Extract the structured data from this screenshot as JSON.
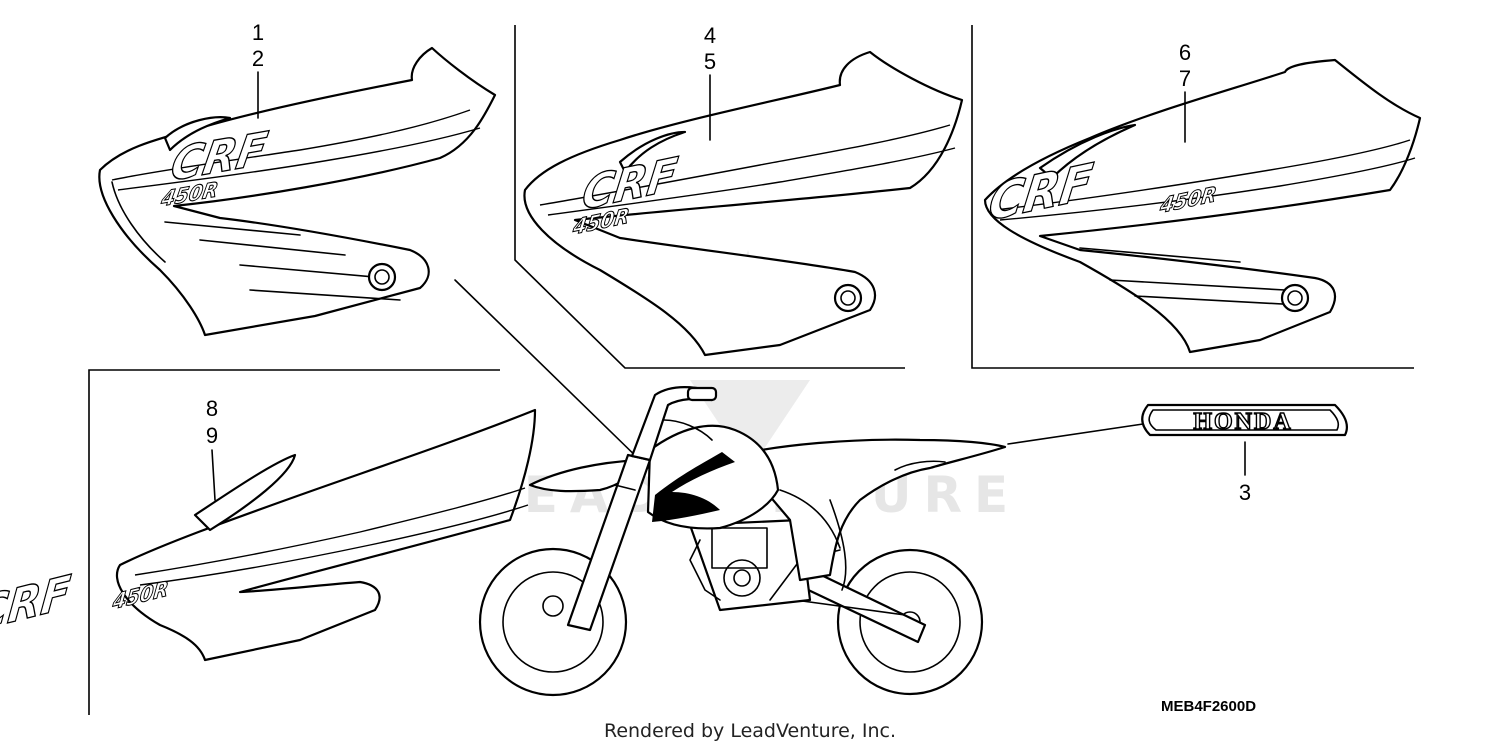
{
  "decal_labels": {
    "set_1": [
      "1",
      "2"
    ],
    "set_2": [
      "4",
      "5"
    ],
    "set_3": [
      "6",
      "7"
    ],
    "set_4": [
      "8",
      "9"
    ],
    "honda_emblem": "3"
  },
  "decal_text": {
    "model_logo": "CRF",
    "model_number": "450R",
    "brand": "HONDA"
  },
  "diagram_code": "MEB4F2600D",
  "watermark": "LEADVENTURE",
  "credit": "Rendered by LeadVenture, Inc."
}
